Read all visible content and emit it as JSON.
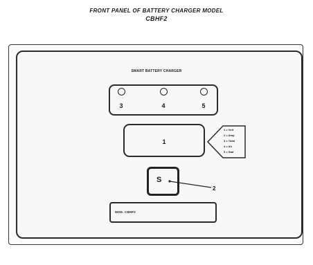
{
  "title": {
    "line1": "FRONT PANEL OF BATTERY CHARGER MODEL",
    "line2": "CBHF2"
  },
  "panel": {
    "label": "SMART BATTERY CHARGER"
  },
  "leds": [
    {
      "number": "3"
    },
    {
      "number": "4"
    },
    {
      "number": "5"
    }
  ],
  "display": {
    "number": "1"
  },
  "legend": {
    "lines": [
      "1 = Volt",
      "2 = Amp",
      "3 = Total",
      "4 = Ah",
      "5 = Stat"
    ]
  },
  "switch": {
    "label": "S",
    "callout": "2"
  },
  "model_plate": {
    "text": "MOD. CBHF2"
  }
}
